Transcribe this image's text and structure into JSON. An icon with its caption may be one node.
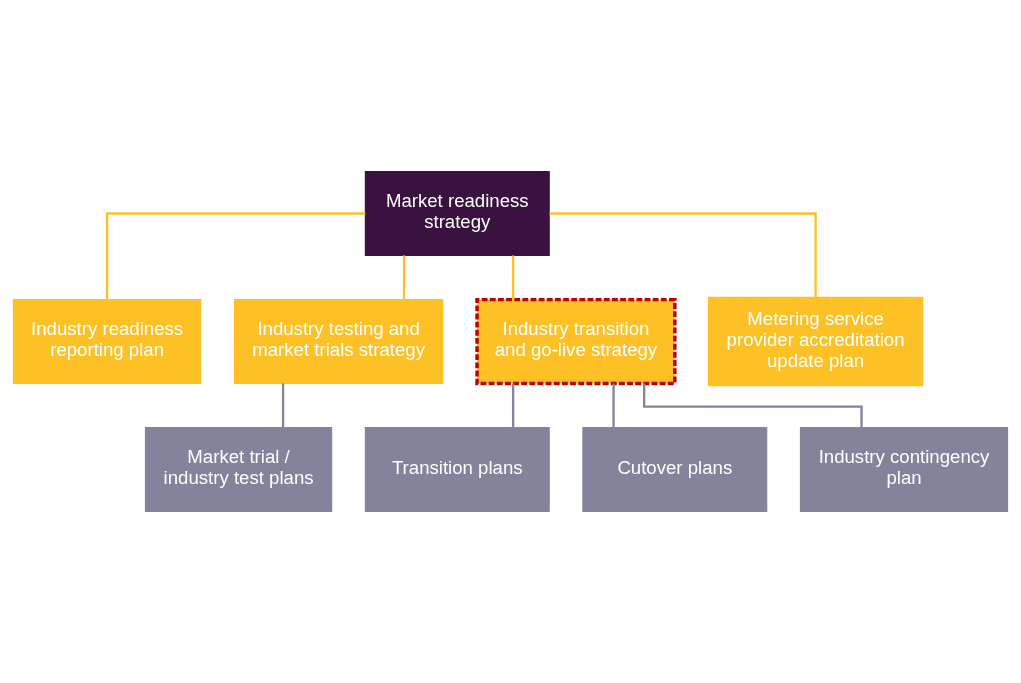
{
  "diagram": {
    "nodes": [
      {
        "text": [
          "Market readiness strategy"
        ]
      },
      {
        "text": [
          "Industry readiness reporting plan"
        ]
      },
      {
        "text": [
          "Industry testing and market trials strategy"
        ]
      },
      {
        "text": [
          "Industry transition and go-live strategy"
        ]
      },
      {
        "text": [
          "Metering service provider accreditation update plan"
        ]
      },
      {
        "text": [
          "Market trial / industry test plans"
        ]
      },
      {
        "text": [
          "Transition plans"
        ]
      },
      {
        "text": [
          "Cutover plans"
        ]
      },
      {
        "text": [
          "Industry contingency plan"
        ]
      }
    ],
    "edges": [
      {
        "from": 0,
        "to": 1,
        "arrow": "none",
        "color": "#fdc125"
      },
      {
        "from": 0,
        "to": 2,
        "arrow": "none",
        "color": "#fdc125"
      },
      {
        "from": 0,
        "to": 3,
        "arrow": "none",
        "color": "#fdc125"
      },
      {
        "from": 0,
        "to": 4,
        "arrow": "none",
        "color": "#fdc125"
      },
      {
        "from": 2,
        "to": 5,
        "arrow": "none",
        "color": "#83839b"
      },
      {
        "from": 3,
        "to": 6,
        "arrow": "none",
        "color": "#83839b"
      },
      {
        "from": 3,
        "to": 7,
        "arrow": "none",
        "color": "#83839b"
      },
      {
        "from": 3,
        "to": 8,
        "arrow": "none",
        "color": "#83839b"
      }
    ]
  }
}
